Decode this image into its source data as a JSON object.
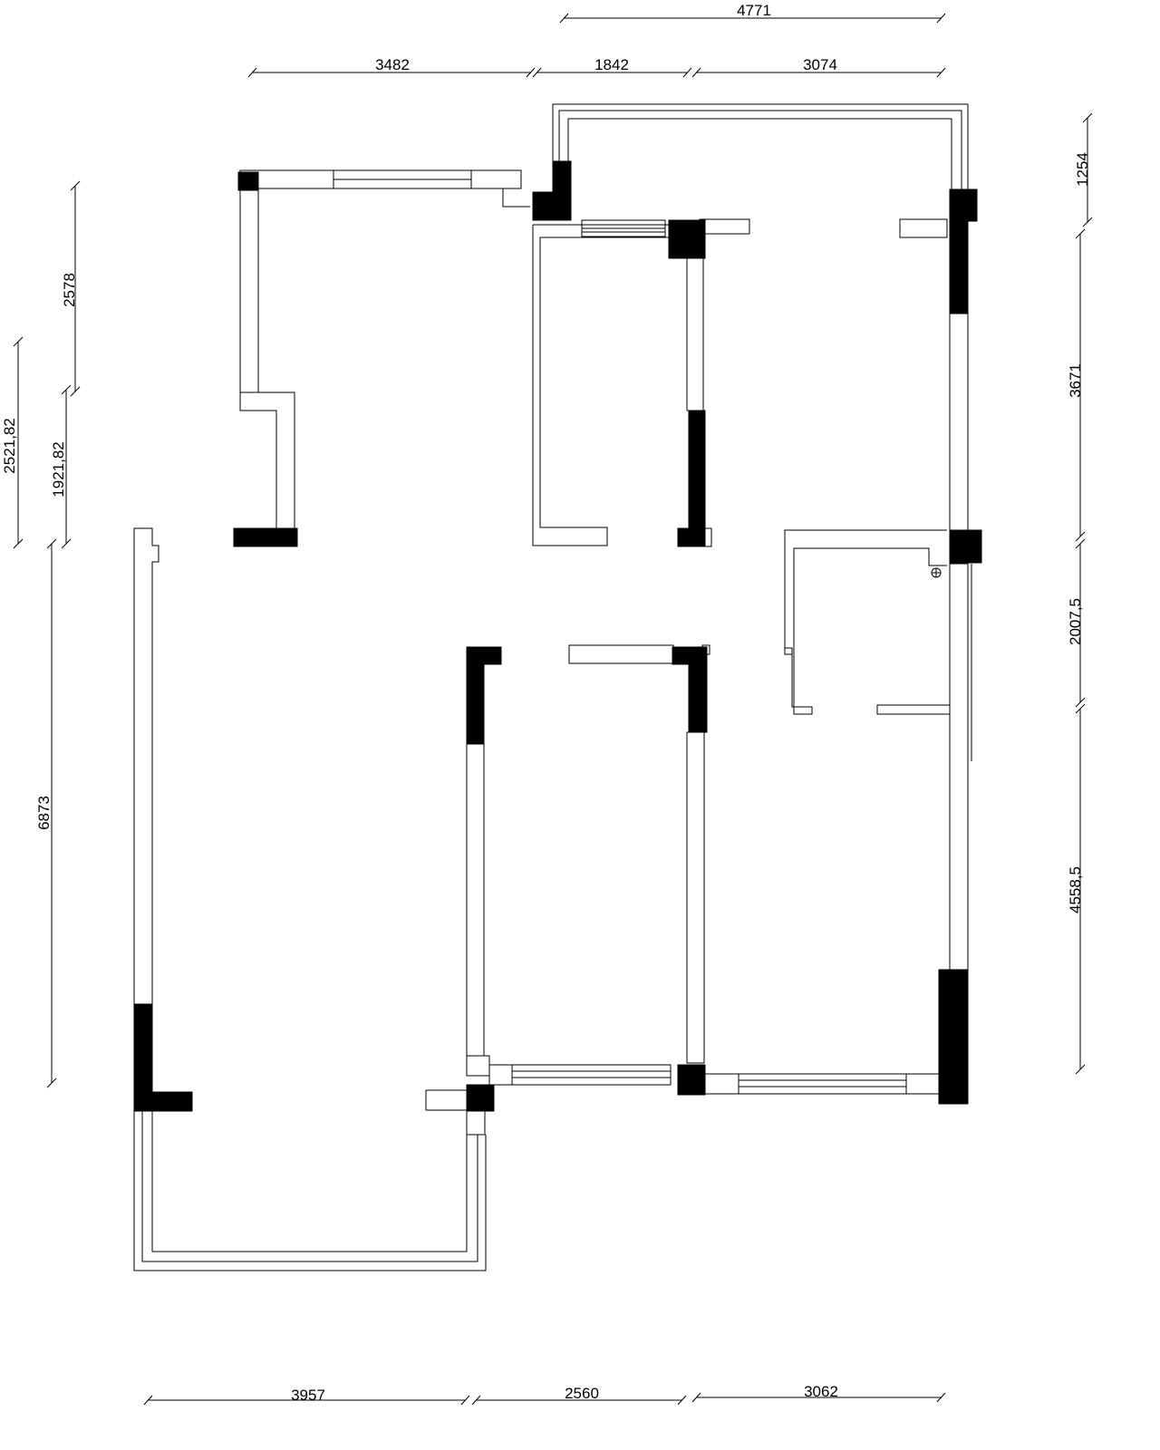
{
  "colors": {
    "background": "#ffffff",
    "line": "#000000",
    "column_fill": "#000000"
  },
  "icons": {
    "fixture": "floor-drain-icon"
  },
  "dimensions": {
    "top_overall": "4771",
    "top_left": "3482",
    "top_middle": "1842",
    "top_right": "3074",
    "bottom_left": "3957",
    "bottom_middle": "2560",
    "bottom_right": "3062",
    "left_upper": "2578",
    "left_middle_a": "2521,82",
    "left_middle_b": "1921,82",
    "left_lower": "6873",
    "right_top": "1254",
    "right_upper": "3671",
    "right_middle": "2007,5",
    "right_lower": "4558,5"
  }
}
